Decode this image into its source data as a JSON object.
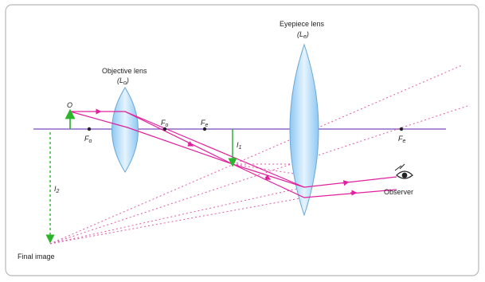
{
  "colors": {
    "axis": "#8f68c8",
    "ray": "#e0209e",
    "dotted_ray": "#e05aa8",
    "object_arrow": "#1fae2c",
    "final_image": "#2bb52b",
    "lens_fill": "#bfe2fb",
    "lens_stroke": "#6aa8d8",
    "frame": "#b8b8b8"
  },
  "labels": {
    "objective_title": "Objective lens",
    "objective_sym": "(L",
    "objective_sub": "o",
    "eyepiece_title": "Eyepiece lens",
    "eyepiece_sym": "(L",
    "eyepiece_sub": "e",
    "object": "O",
    "fo": "F",
    "fo_sub": "o",
    "fo_prime": "F",
    "fo_prime_sub": "o",
    "fe": "F",
    "fe_sub": "e",
    "fe_right": "F",
    "fe_right_sub": "e",
    "i1": "I",
    "i1_sub": "1",
    "i2": "I",
    "i2_sub": "2",
    "observer": "Observer",
    "final_image": "Final image"
  },
  "icons": {
    "eye": "eye-icon"
  }
}
